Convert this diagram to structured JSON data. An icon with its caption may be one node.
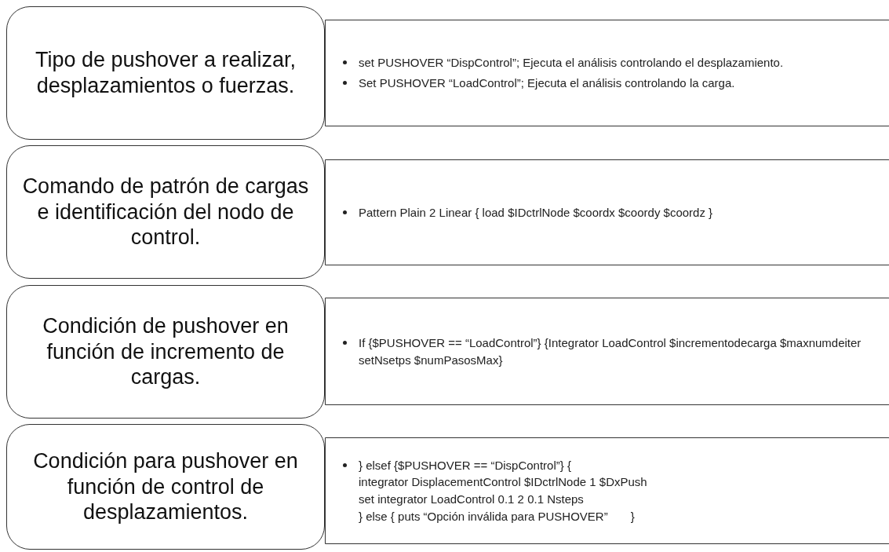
{
  "diagram": {
    "nodes": [
      {
        "text": [
          "Tipo de pushover a realizar, desplazamientos o fuerzas."
        ]
      },
      {
        "text": [
          "set PUSHOVER “DispControl”; Ejecuta el análisis controlando el desplazamiento.",
          "Set PUSHOVER “LoadControl”; Ejecuta el análisis controlando la carga."
        ]
      },
      {
        "text": [
          "Comando de patrón de cargas e identificación del nodo de control."
        ]
      },
      {
        "text": [
          "Pattern Plain 2 Linear { load $IDctrlNode $coordx $coordy $coordz }"
        ]
      },
      {
        "text": [
          "Condición de pushover en función de incremento de cargas."
        ]
      },
      {
        "text": [
          "If {$PUSHOVER == “LoadControl”} {Integrator LoadControl $incrementodecarga $maxnumdeiter setNsetps $numPasosMax}"
        ]
      },
      {
        "text": [
          "Condición para pushover en función de control de desplazamientos."
        ]
      },
      {
        "text": [
          "} elsef {$PUSHOVER == “DispControl”} {",
          "integrator DisplacementControl $IDctrlNode 1 $DxPush",
          "set integrator LoadControl 0.1 2 0.1 Nsteps",
          "} else { puts “Opción inválida para PUSHOVER”       }"
        ]
      }
    ]
  }
}
